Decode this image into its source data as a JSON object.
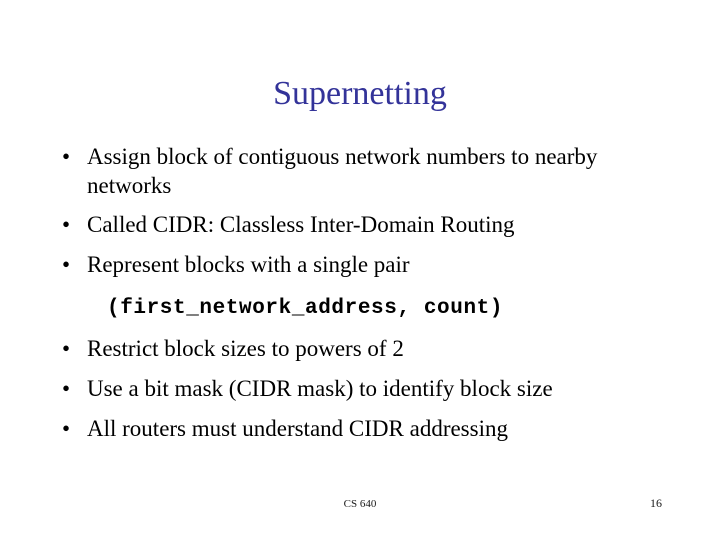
{
  "slide": {
    "title": "Supernetting",
    "title_color": "#333399",
    "background_color": "#ffffff",
    "text_color": "#000000",
    "bullet_glyph": "•"
  },
  "body": {
    "group_a": [
      {
        "text": "Assign block of contiguous network numbers to nearby networks"
      },
      {
        "text": "Called CIDR: Classless Inter-Domain Routing"
      },
      {
        "text": "Represent blocks with a single pair"
      }
    ],
    "code_line": "(first_network_address, count)",
    "group_b": [
      {
        "text": "Restrict block sizes to powers of 2"
      },
      {
        "text": "Use a bit mask (CIDR mask) to identify block size"
      },
      {
        "text": "All routers must understand CIDR addressing"
      }
    ]
  },
  "footer": {
    "course": "CS 640",
    "page_number": "16"
  }
}
